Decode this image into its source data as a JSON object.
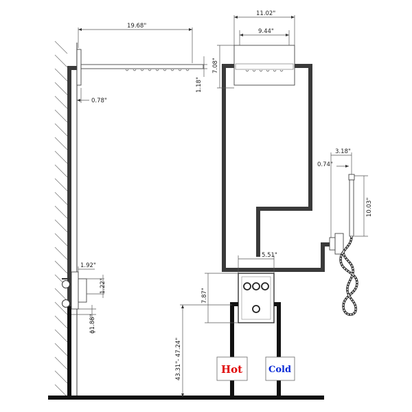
{
  "dimensions": {
    "arm_length": "19.68\"",
    "wall_offset": "0.78\"",
    "head_thickness": "1.18\"",
    "head_width_outer": "11.02\"",
    "head_width_inner": "9.44\"",
    "head_depth": "7.08\"",
    "handheld_spacing": "3.18\"",
    "handheld_offset": "0.74\"",
    "handheld_length": "10.03\"",
    "valve_width": "5.51\"",
    "valve_height": "7.87\"",
    "valve_projection": "1.92\"",
    "valve_side": "1.22\"",
    "pipe_diameter": "ϕ1.88\"",
    "install_height": "43.31\"- 47.24\""
  },
  "labels": {
    "hot": "Hot",
    "cold": "Cold"
  },
  "colors": {
    "hot": "#e00000",
    "cold": "#0a2bd6",
    "pipe": "#3a3a3a",
    "floor": "#111111"
  }
}
